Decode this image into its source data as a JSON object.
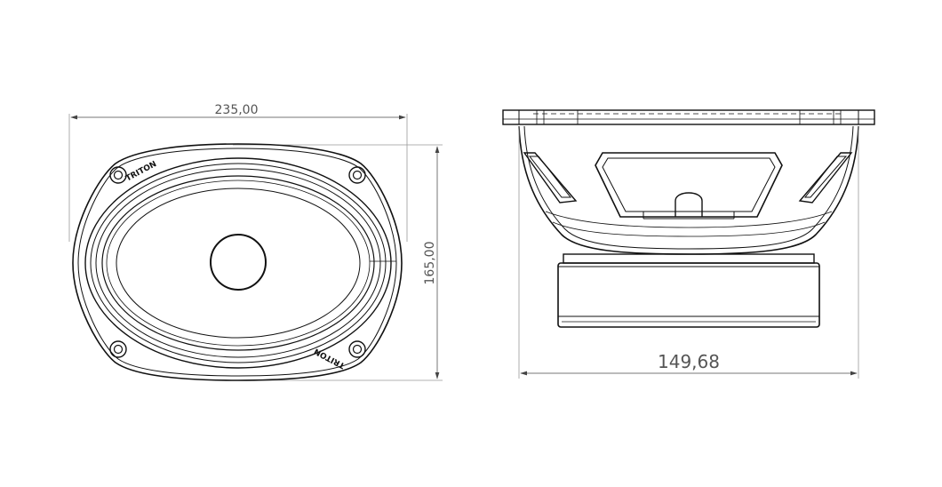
{
  "front_view": {
    "brand_label_top": "TRITON",
    "brand_label_bottom": "TRITON",
    "width_dimension": "235,00",
    "height_dimension": "165,00"
  },
  "side_view": {
    "depth_dimension": "149,68"
  },
  "colors": {
    "line": "#111111",
    "dimension": "#777777",
    "text": "#555555"
  }
}
